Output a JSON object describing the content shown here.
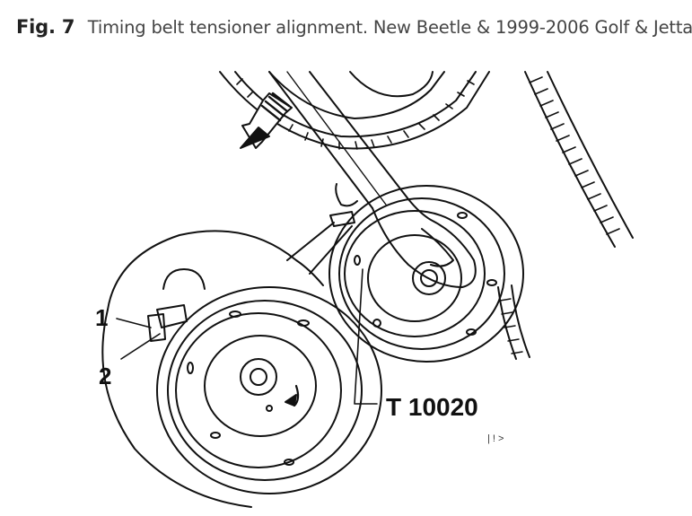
{
  "caption": {
    "fig_label": "Fig. 7",
    "text": "Timing belt tensioner alignment. New Beetle & 1999-2006 Golf & Jetta"
  },
  "callouts": {
    "label_1": "1",
    "label_2": "2",
    "tool": "T 10020",
    "ref_code": "| ! >"
  }
}
